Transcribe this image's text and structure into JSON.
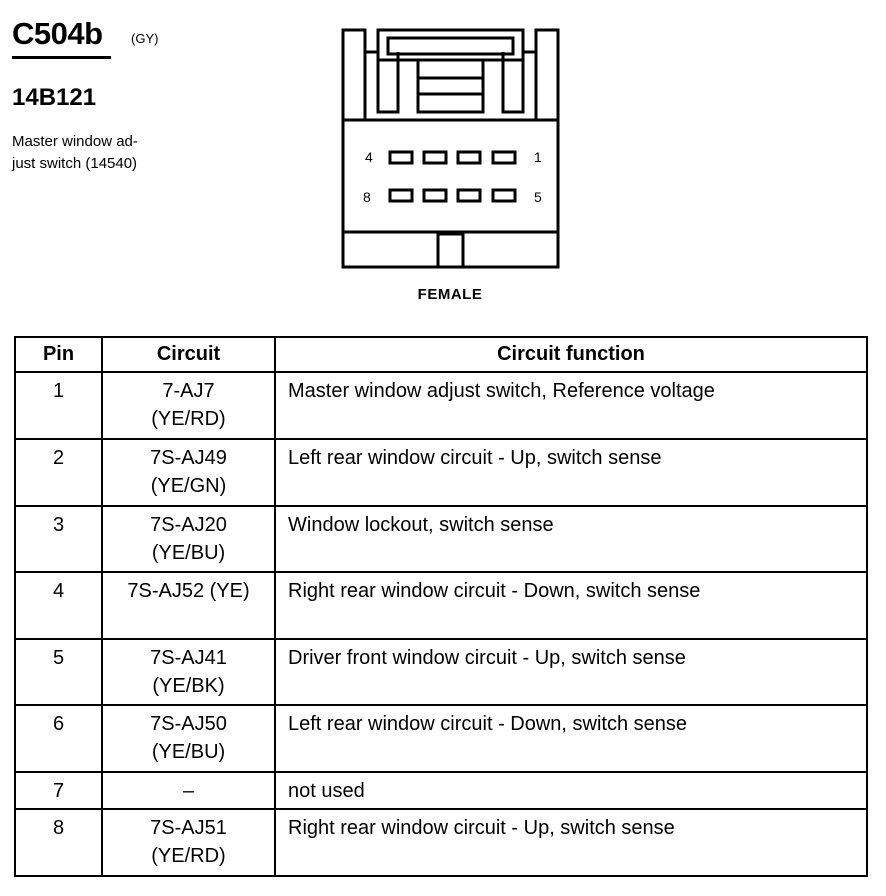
{
  "header": {
    "connector_id": "C504b",
    "connector_color": "(GY)",
    "part_number": "14B121",
    "description_line1": "Master window ad-",
    "description_line2": "just switch (14540)"
  },
  "diagram": {
    "pin_label_top_left": "4",
    "pin_label_top_right": "1",
    "pin_label_bottom_left": "8",
    "pin_label_bottom_right": "5",
    "gender": "FEMALE"
  },
  "table": {
    "headers": {
      "pin": "Pin",
      "circuit": "Circuit",
      "function": "Circuit function"
    },
    "rows": [
      {
        "pin": "1",
        "circuit": [
          "7-AJ7",
          "(YE/RD)"
        ],
        "function": "Master window adjust switch, Reference voltage"
      },
      {
        "pin": "2",
        "circuit": [
          "7S-AJ49",
          "(YE/GN)"
        ],
        "function": "Left rear window circuit - Up, switch sense"
      },
      {
        "pin": "3",
        "circuit": [
          "7S-AJ20",
          "(YE/BU)"
        ],
        "function": "Window lockout, switch sense"
      },
      {
        "pin": "4",
        "circuit": [
          "7S-AJ52 (YE)",
          ""
        ],
        "function": "Right rear window circuit - Down, switch sense"
      },
      {
        "pin": "5",
        "circuit": [
          "7S-AJ41",
          "(YE/BK)"
        ],
        "function": "Driver front window circuit - Up, switch sense"
      },
      {
        "pin": "6",
        "circuit": [
          "7S-AJ50",
          "(YE/BU)"
        ],
        "function": "Left rear window circuit - Down, switch sense"
      },
      {
        "pin": "7",
        "circuit": [
          "–",
          ""
        ],
        "function": "not used"
      },
      {
        "pin": "8",
        "circuit": [
          "7S-AJ51",
          "(YE/RD)"
        ],
        "function": "Right rear window circuit - Up, switch sense"
      }
    ]
  }
}
